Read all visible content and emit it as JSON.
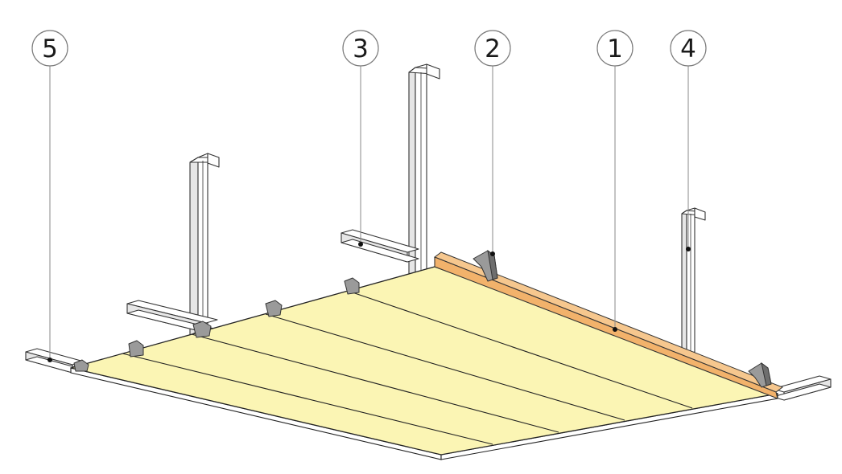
{
  "callouts": [
    {
      "id": "callout-5",
      "label": "5"
    },
    {
      "id": "callout-3",
      "label": "3"
    },
    {
      "id": "callout-2",
      "label": "2"
    },
    {
      "id": "callout-1",
      "label": "1"
    },
    {
      "id": "callout-4",
      "label": "4"
    }
  ],
  "colors": {
    "board": "#fbf5b4",
    "timber_batten": "#f2b26b",
    "steel_bracket": "#9a9a9a",
    "line": "#222222"
  }
}
